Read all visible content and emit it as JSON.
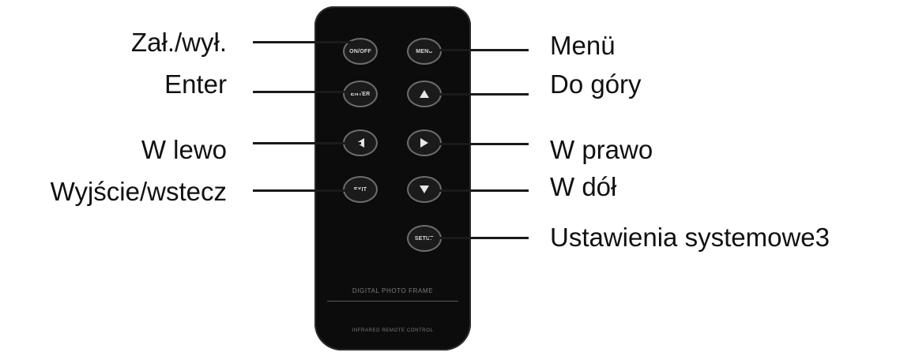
{
  "labels": {
    "power": "Zał./wył.",
    "enter": "Enter",
    "left": "W lewo",
    "exit": "Wyjście/wstecz",
    "menu": "Menü",
    "up": "Do góry",
    "right": "W prawo",
    "down": "W dół",
    "setup": "Ustawienia systemowe3"
  },
  "remote": {
    "buttons": {
      "power": "ON/OFF",
      "menu": "MENU",
      "enter": "ENTER",
      "exit": "EXIT",
      "setup": "SETUP"
    },
    "brand_text": "DIGITAL PHOTO FRAME",
    "footer_text": "INFRARED REMOTE CONTROL"
  },
  "icons": {
    "up": "arrow-up-icon",
    "left": "arrow-left-icon",
    "right": "arrow-right-icon",
    "down": "arrow-down-icon"
  }
}
